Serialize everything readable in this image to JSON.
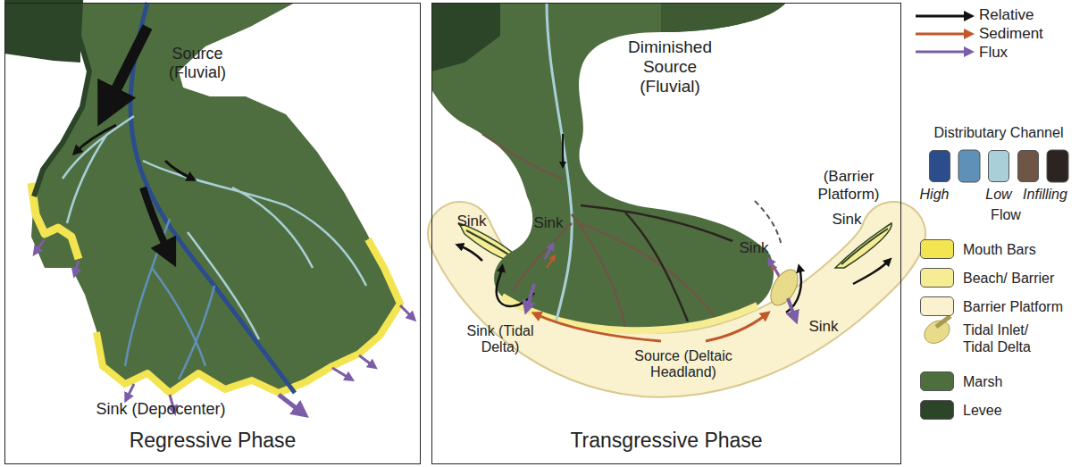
{
  "diagram": {
    "nodes": [
      {
        "text": [
          "Regressive Phase"
        ]
      },
      {
        "text": [
          "Transgressive Phase"
        ]
      }
    ],
    "labels": [
      "Source (Fluvial)",
      "Sink (Depocenter)",
      "Diminished Source (Fluvial)",
      "(Barrier Platform)",
      "Sink",
      "Sink",
      "Sink",
      "Sink",
      "Sink (Tidal Delta)",
      "Sink",
      "Source (Deltaic Headland)",
      "Distributary Channel",
      "Flow"
    ],
    "legend": [
      {
        "text": "Relative Sediment Flux"
      },
      {
        "text": "High",
        "color": "#2c4d8c"
      },
      {
        "text": "Low",
        "color": "#a9d0d8"
      },
      {
        "text": "Infilling",
        "color": "#6e5546"
      },
      {
        "text": "Mouth Bars",
        "color": "#f3e451"
      },
      {
        "text": "Beach/ Barrier",
        "color": "#f6ec93"
      },
      {
        "text": "Barrier Platform",
        "color": "#faf2cf"
      },
      {
        "text": "Tidal Inlet/ Tidal Delta"
      },
      {
        "text": "Marsh",
        "color": "#4f6e40"
      },
      {
        "text": "Levee",
        "color": "#2c4428"
      }
    ]
  }
}
